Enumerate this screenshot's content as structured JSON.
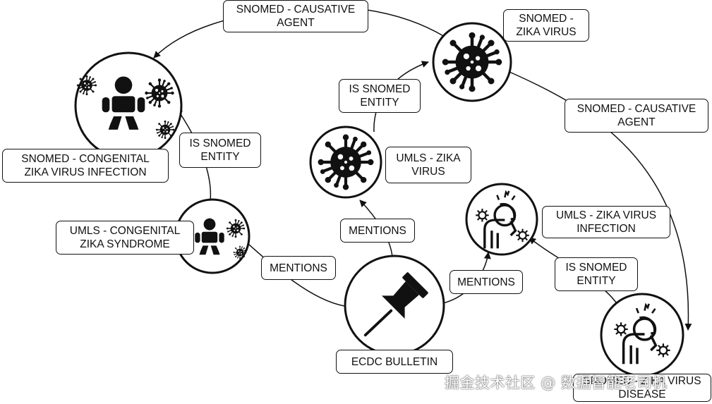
{
  "nodes": {
    "ecdc_bulletin": "ECDC BULLETIN",
    "umls_zika_virus": "UMLS - ZIKA\nVIRUS",
    "snomed_zika_virus": "SNOMED -\nZIKA VIRUS",
    "umls_congenital": "UMLS - CONGENITAL\nZIKA SYNDROME",
    "snomed_congenital": "SNOMED - CONGENITAL\nZIKA VIRUS INFECTION",
    "umls_zika_infection": "UMLS - ZIKA VIRUS\nINFECTION",
    "snomed_zika_disease": "SNOMED - ZIKA VIRUS\nDISEASE"
  },
  "edges": {
    "mentions_left": "MENTIONS",
    "mentions_middle": "MENTIONS",
    "mentions_right": "MENTIONS",
    "is_snomed_entity_left": "IS SNOMED\nENTITY",
    "is_snomed_entity_middle": "IS SNOMED\nENTITY",
    "is_snomed_entity_right": "IS SNOMED\nENTITY",
    "causative_agent_top": "SNOMED - CAUSATIVE\nAGENT",
    "causative_agent_right": "SNOMED - CAUSATIVE\nAGENT"
  },
  "icons": {
    "bulletin": "pushpin-icon",
    "virus": "virus-icon",
    "baby": "baby-icon",
    "sick_person": "sick-person-icon"
  },
  "watermark": "掘金技术社区 @ 数据智能老司机"
}
